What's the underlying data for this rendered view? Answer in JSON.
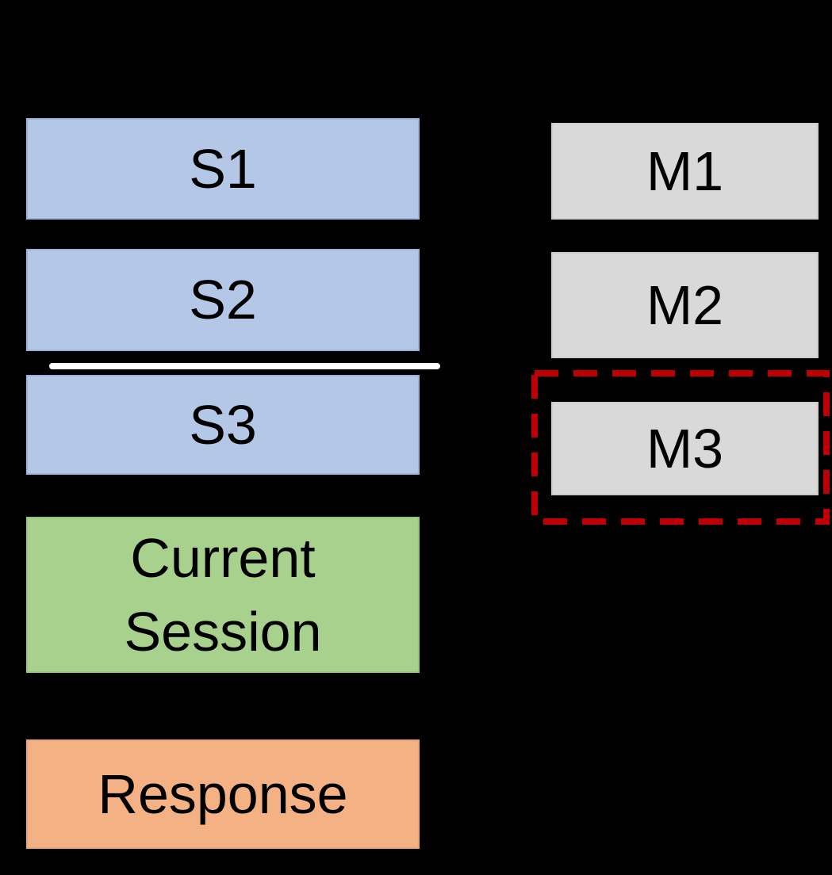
{
  "figure": {
    "description_note": "diagram of past sessions mapped to memories with current session and response",
    "background_color": "#000000"
  },
  "left_column": {
    "sessions": [
      {
        "label": "S1"
      },
      {
        "label": "S2"
      },
      {
        "label": "S3"
      }
    ],
    "current_session": {
      "line1": "Current",
      "line2": "Session"
    },
    "response": {
      "label": "Response"
    }
  },
  "right_column": {
    "memories": [
      {
        "label": "M1"
      },
      {
        "label": "M2"
      },
      {
        "label": "M3"
      }
    ]
  },
  "colors": {
    "session_fill": "#b4c7e7",
    "session_border": "#9ab3dd",
    "current_fill": "#a9d18e",
    "current_border": "#98c47c",
    "response_fill": "#f4b183",
    "response_border": "#eba371",
    "memory_fill": "#d9d9d9",
    "memory_border": "#cccccc",
    "separator": "#ffffff",
    "highlight": "#c00000",
    "text": "#000000",
    "background": "#000000"
  }
}
